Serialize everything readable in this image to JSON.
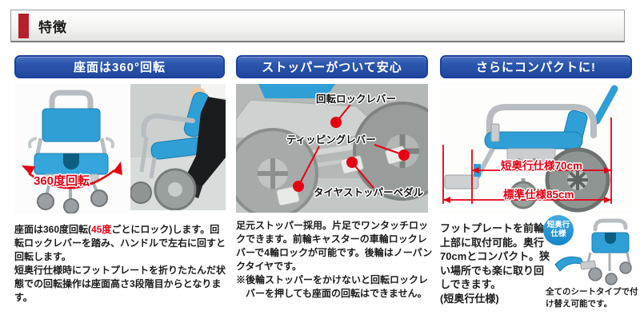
{
  "header": {
    "title": "特徴"
  },
  "sections": {
    "rotation": {
      "title": "座面は360°回転",
      "photo_annotation": "360度回転",
      "body_prefix": "座面は360度回転(",
      "body_highlight": "45度",
      "body_suffix": "ごとにロック)します。回転ロックレバーを踏み、ハンドルで左右に回すと回転します。",
      "body_line2": "短奥行仕様時にフットプレートを折りたたんだ状態での回転操作は座面高さ3段階目からとなります。"
    },
    "stopper": {
      "title": "ストッパーがついて安心",
      "label_rotation_lock": "回転ロックレバー",
      "label_tipping": "ティッピングレバー",
      "label_tire_stopper": "タイヤストッパーペダル",
      "body": "足元ストッパー採用。片足でワンタッチロックできます。前輪キャスターの車輪ロックレバーで4輪ロックが可能です。後輪はノーパンクタイヤです。",
      "note": "※後輪ストッパーをかけないと回転ロックレバーを押しても座面の回転はできません。"
    },
    "compact": {
      "title": "さらにコンパクトに!",
      "dim_short": "短奥行仕様70cm",
      "dim_standard": "標準仕様85cm",
      "body": "フットプレートを前輪上部に取付可能。奥行70cmとコンパクト。狭い場所でも楽に取り回しできます。",
      "body_note": "(短奥行仕様)",
      "badge_line1": "短奥行",
      "badge_line2": "仕様",
      "caption": "全てのシートタイプで付け替え可能です。"
    }
  },
  "colors": {
    "accent_red": "#b5212b",
    "bar_blue": "#2a55ac",
    "annotation_red": "#e60012",
    "chair_blue": "#2f9fd6"
  }
}
